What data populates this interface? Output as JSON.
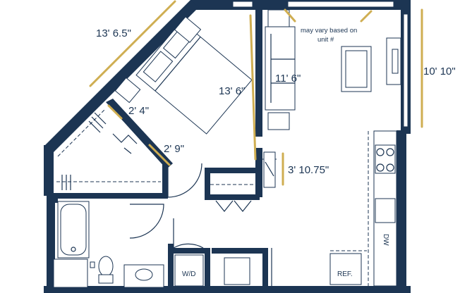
{
  "dimensions": {
    "diagonal_wall": "13' 6.5\"",
    "bedroom_length": "13' 6\"",
    "living_width": "11' 6\"",
    "closet_depth": "2' 4\"",
    "door_width": "2' 9\"",
    "kitchen_nook": "3' 10.75\"",
    "living_length": "10' 10\""
  },
  "notes": {
    "variance_line1": "may vary based on",
    "variance_line2": "unit #"
  },
  "labels": {
    "washer_dryer": "W/D",
    "dishwasher": "DW",
    "refrigerator": "REF."
  },
  "colors": {
    "wall": "#1c3553",
    "dimension_line": "#cfae52",
    "background": "#ffffff"
  }
}
